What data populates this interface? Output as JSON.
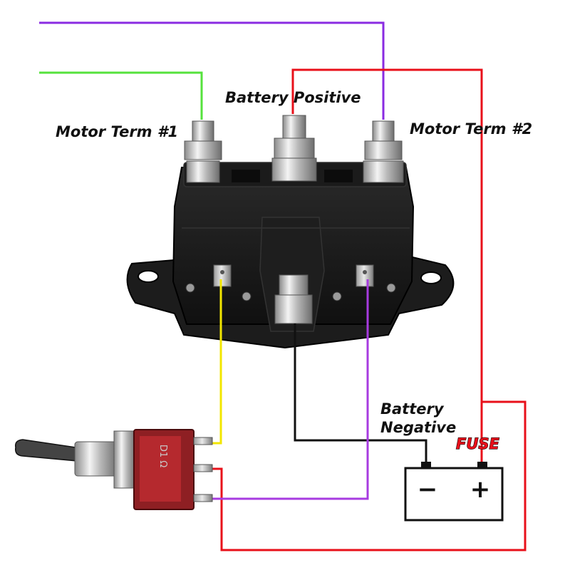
{
  "diagram": {
    "labels": {
      "battery_positive": "Battery Positive",
      "motor_term_1": "Motor Term #1",
      "motor_term_2": "Motor Term #2",
      "battery_negative_line1": "Battery",
      "battery_negative_line2": "Negative",
      "fuse": "FUSE"
    },
    "battery": {
      "negative_symbol": "−",
      "positive_symbol": "+"
    },
    "colors": {
      "wire_purple": "#8a2be2",
      "wire_green": "#55e23c",
      "wire_red": "#e8101a",
      "wire_black": "#111111",
      "wire_yellow": "#f2e600",
      "solenoid_body": "#1c1c1c",
      "switch_body": "#8e1f23",
      "fuse_label": "#e8101a"
    }
  }
}
